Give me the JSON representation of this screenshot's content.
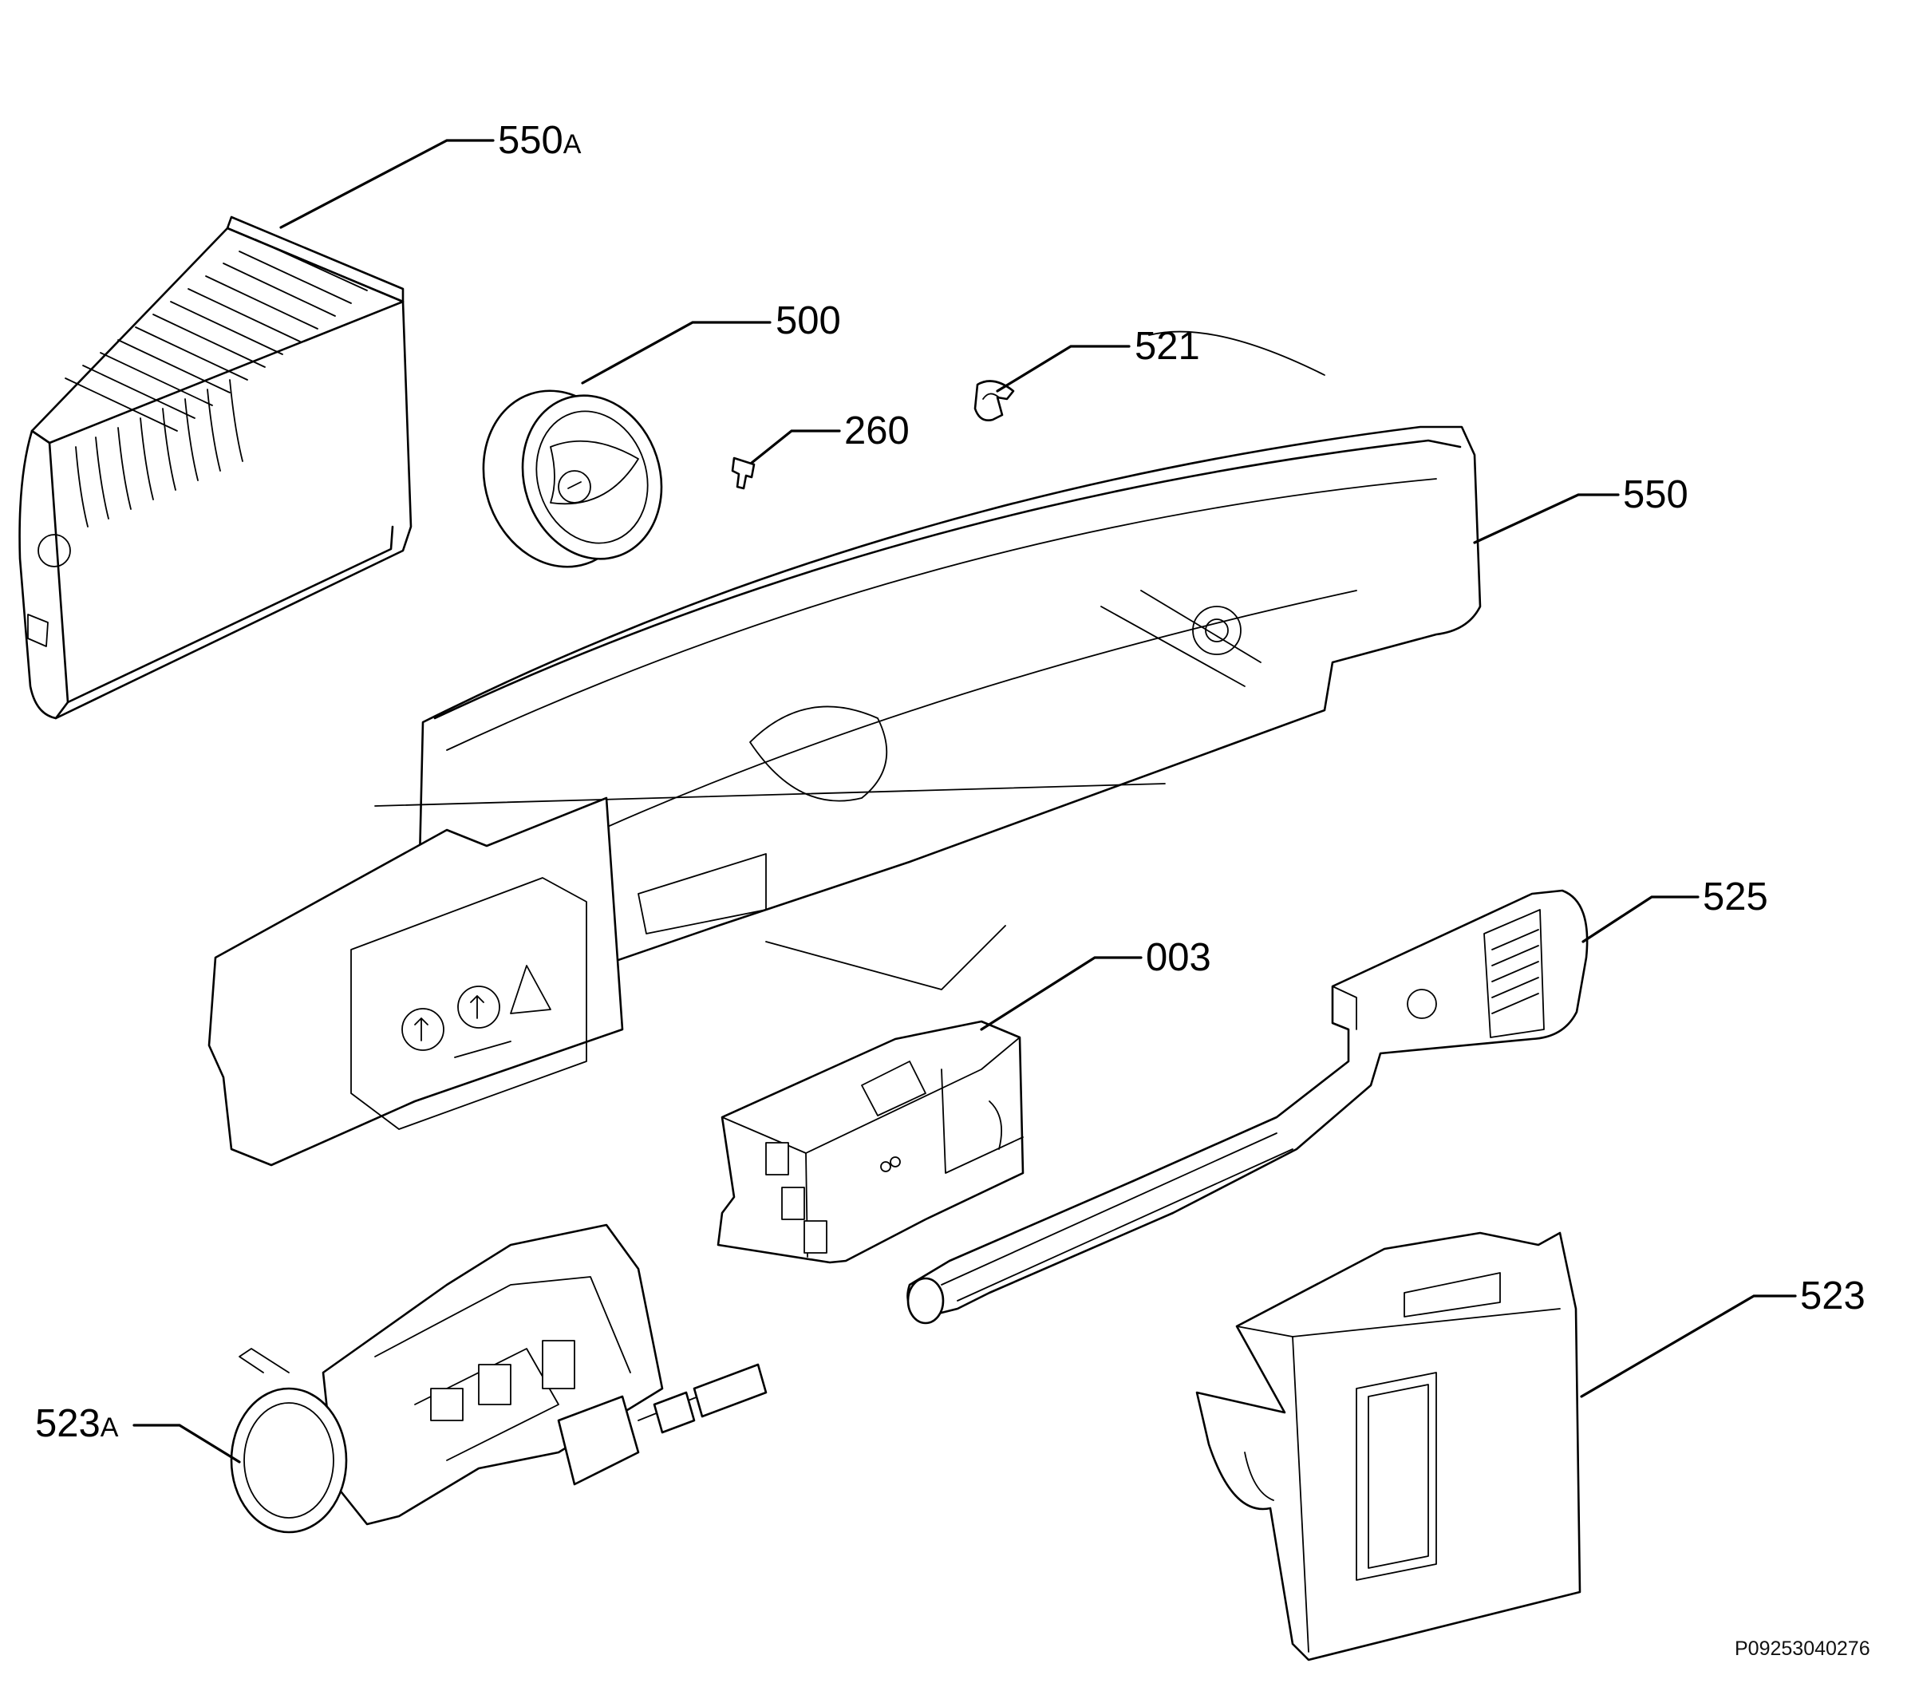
{
  "diagram": {
    "labels": {
      "p550A": {
        "main": "550",
        "suffix": "A"
      },
      "p500": "500",
      "p521": "521",
      "p260": "260",
      "p550": "550",
      "p525": "525",
      "p003": "003",
      "p523": "523",
      "p523A": {
        "main": "523",
        "suffix": "A"
      }
    },
    "reference_code": "P09253040276"
  }
}
